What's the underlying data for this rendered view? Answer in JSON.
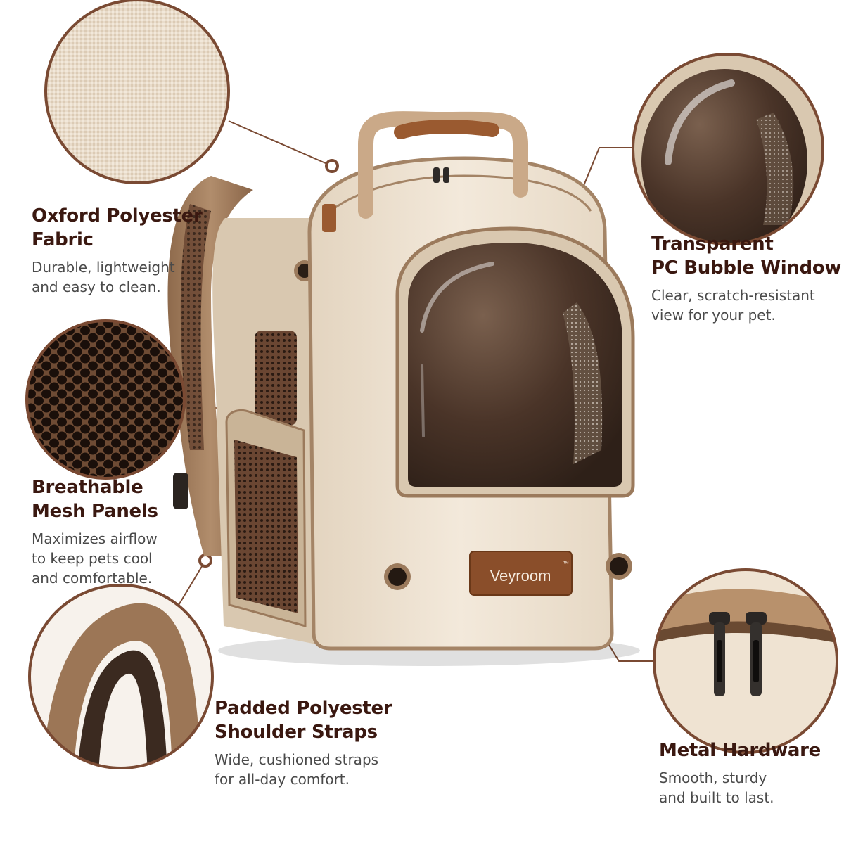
{
  "brand": {
    "label": "Veyroom",
    "trademark": "™"
  },
  "colors": {
    "accent_brown": "#7a4a33",
    "title_dark": "#3a1810",
    "body_gray": "#4a4a4a",
    "bag_cream": "#efe3d2",
    "bag_trim": "#9b7a5c",
    "bubble_dark": "#4a3428",
    "patch_brown": "#8a4e2a"
  },
  "features": {
    "oxford": {
      "title_line1": "Oxford Polyester",
      "title_line2": "Fabric",
      "desc_line1": "Durable, lightweight",
      "desc_line2": "and easy to clean.",
      "icon": "fabric-texture-icon"
    },
    "mesh": {
      "title_line1": "Breathable",
      "title_line2": "Mesh Panels",
      "desc_line1": "Maximizes airflow",
      "desc_line2": "to keep pets cool",
      "desc_line3": "and comfortable.",
      "icon": "mesh-texture-icon"
    },
    "straps": {
      "title_line1": "Padded Polyester",
      "title_line2": "Shoulder Straps",
      "desc_line1": "Wide, cushioned straps",
      "desc_line2": "for all-day comfort.",
      "icon": "shoulder-strap-icon"
    },
    "window": {
      "title_line1": "Transparent",
      "title_line2": "PC Bubble Window",
      "desc_line1": "Clear, scratch-resistant",
      "desc_line2": "view for your pet.",
      "icon": "bubble-window-icon"
    },
    "metal": {
      "title_line1": "Metal Hardware",
      "desc_line1": "Smooth, sturdy",
      "desc_line2": "and built to last.",
      "icon": "zipper-pull-icon"
    }
  }
}
